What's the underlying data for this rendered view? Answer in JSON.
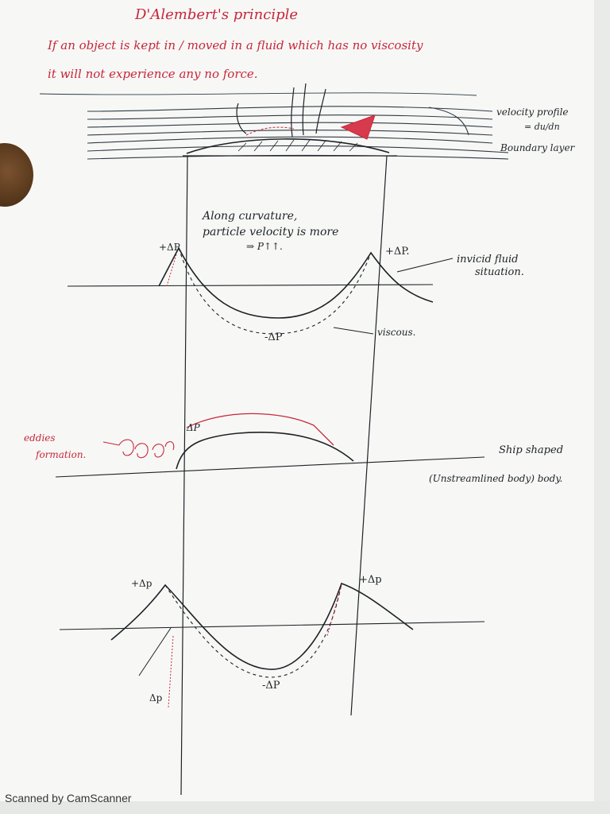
{
  "title": "D'Alembert's principle",
  "statement_line1": "If an object is kept in / moved in a fluid which has no viscosity",
  "statement_line2": "it will not experience any no force.",
  "labels": {
    "velocity_profile": "velocity profile",
    "du_dn": "= du/dn",
    "boundary_layer": "Boundary layer",
    "along_curvature_1": "Along curvature,",
    "along_curvature_2": "particle velocity is more",
    "along_curvature_3": "⇒ P↑↑.",
    "plus_dp": "+ΔP",
    "plus_dp_right": "+ΔP.",
    "inviscid_1": "invicid fluid",
    "inviscid_2": "situation.",
    "minus_dp": "-ΔP",
    "viscous": "viscous.",
    "eddies_1": "eddies",
    "eddies_2": "formation.",
    "dp_small": "ΔP",
    "ship_1": "Ship shaped",
    "ship_2": "(Unstreamlined body) body.",
    "plus_dp_lower_left": "+Δp",
    "plus_dp_lower_right": "+Δp",
    "minus_dp_lower": "-ΔP",
    "dp_bottom": "Δp"
  },
  "footer": "Scanned by CamScanner",
  "colors": {
    "ink": "#1e2226",
    "red": "#c8263a",
    "paper": "#f7f8f6"
  }
}
